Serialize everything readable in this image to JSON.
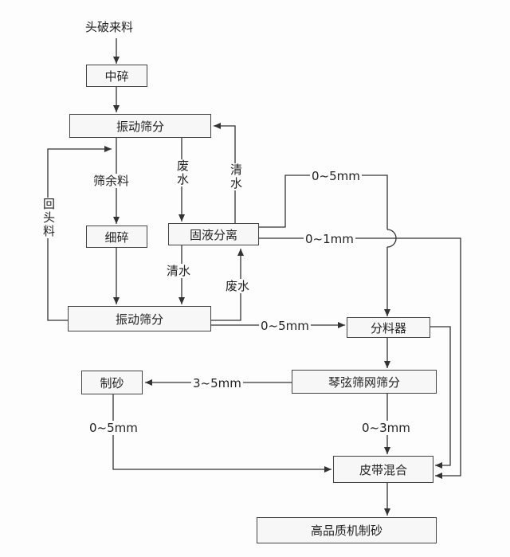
{
  "nodes": {
    "feed": "头破来料",
    "medium_crush": "中碎",
    "vib_screen_1": "振动筛分",
    "fine_crush": "细碎",
    "sl_separation": "固液分离",
    "vib_screen_2": "振动筛分",
    "distributor": "分料器",
    "harp_screen": "琴弦筛网筛分",
    "sand_making": "制砂",
    "belt_mixing": "皮带混合",
    "output": "高品质机制砂"
  },
  "labels": {
    "oversize": "筛余料",
    "waste_water_1": "废水",
    "clean_water_1": "清水",
    "return": "回头料",
    "clean_water_2": "清水",
    "waste_water_2": "废水",
    "size_0_5_top": "0~5mm",
    "size_0_1": "0~1mm",
    "size_0_5_mid": "0~5mm",
    "size_3_5": "3~5mm",
    "size_0_5_left": "0~5mm",
    "size_0_3": "0~3mm"
  }
}
